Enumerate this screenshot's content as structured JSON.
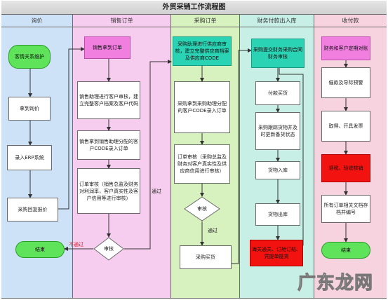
{
  "title": "外贸采销工作流程图",
  "lanes": [
    {
      "label": "询价",
      "color": "#cde2f7"
    },
    {
      "label": "销售订单",
      "color": "#f7cdef"
    },
    {
      "label": "采购订单",
      "color": "#d8f2bf"
    },
    {
      "label": "财务付款出入库",
      "color": "#c7efe6"
    },
    {
      "label": "收付款",
      "color": "#f7d2df"
    }
  ],
  "nodes": {
    "client_maintain": "客情关系维护",
    "get_inquiry": "拿到询价",
    "enter_erp": "录入ERP系统",
    "purchase_reply": "采购回复报价",
    "end_left": "结束",
    "sales_get_order": "销售拿到订单",
    "sales_assist_review": "销售助理进行客户审核，建立完整客户档案及客户代码",
    "sales_get_code": "销售拿到销售助理分配的客户CODE录入订单",
    "order_review_sales": "订单审核（销售总监及财务对利润率，客户真实性及客户信用等进行审核）",
    "review_decision_sales": "审核",
    "purchase_assist_review": "采购助理进行供应商审核，建立完整供应商档案及供应商CODE",
    "purchase_get_code": "采购拿到采购助理分配的客户CODE录入订单",
    "order_review_purchase": "订单审核（采购总监及财务对客户真实性及供应商信用进行审核）",
    "review_decision_purchase": "审核",
    "purchase_buy": "采购买货",
    "purchase_submit_contract": "采购提交财务采购合同财务审核",
    "pay_purchase": "付款买货",
    "purchase_track": "采购跟踪货物并及时更新备货状态",
    "goods_in": "货物入库",
    "goods_out": "货物出库",
    "customs_docs": "海关通关、订舱订船、凭提单提货",
    "finance_reconcile": "财务和客户定期对账",
    "collect_prepay": "催款及导际预警",
    "collect_invoice": "取得、开具发票",
    "receive_tax": "退税、验收核销",
    "archive_docs": "所有订单相关文档存档并编号",
    "end_right": "结束"
  },
  "edge_labels": {
    "not_pass": "不通过",
    "pass_sales": "通过",
    "pass_purchase": "通过"
  },
  "watermark": "广东龙网"
}
